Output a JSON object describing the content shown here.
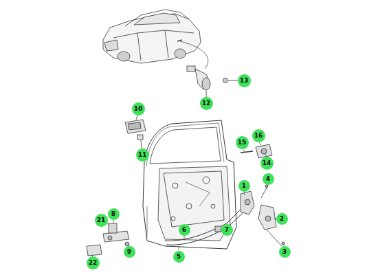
{
  "diagram": {
    "nodes": [
      {
        "text": [
          "13"
        ]
      },
      {
        "text": [
          "12"
        ]
      },
      {
        "text": [
          "10"
        ]
      },
      {
        "text": [
          "16"
        ]
      },
      {
        "text": [
          "15"
        ]
      },
      {
        "text": [
          "11"
        ]
      },
      {
        "text": [
          "14"
        ]
      },
      {
        "text": [
          "4"
        ]
      },
      {
        "text": [
          "1"
        ]
      },
      {
        "text": [
          "8"
        ]
      },
      {
        "text": [
          "2"
        ]
      },
      {
        "text": [
          "21"
        ]
      },
      {
        "text": [
          "6"
        ]
      },
      {
        "text": [
          "7"
        ]
      },
      {
        "text": [
          "9"
        ]
      },
      {
        "text": [
          "3"
        ]
      },
      {
        "text": [
          "5"
        ]
      },
      {
        "text": [
          "22"
        ]
      }
    ]
  }
}
